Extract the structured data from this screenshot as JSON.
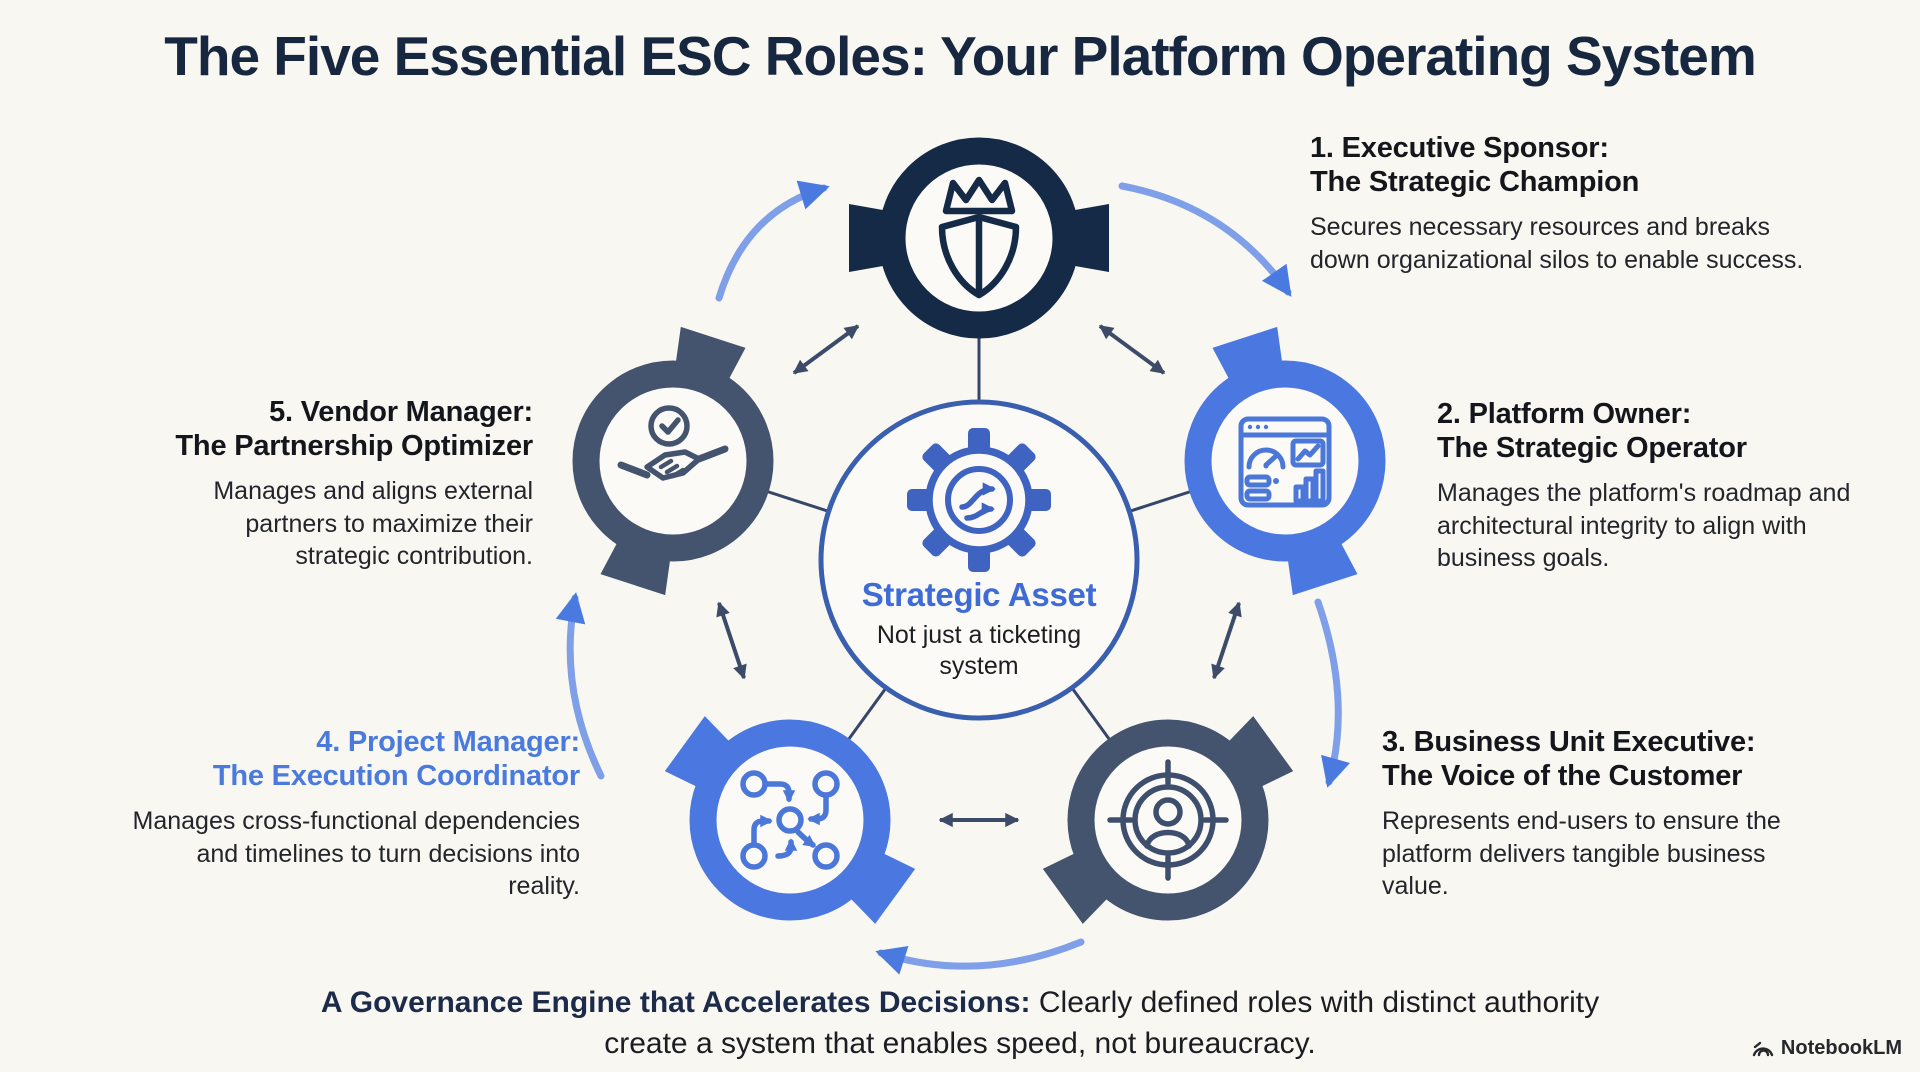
{
  "title": "The Five Essential ESC Roles: Your Platform Operating System",
  "center": {
    "heading": "Strategic Asset",
    "subheading": "Not just a ticketing system"
  },
  "roles": [
    {
      "heading1": "1. Executive Sponsor:",
      "heading2": "The Strategic Champion",
      "body": "Secures necessary resources and breaks down organizational silos to enable success.",
      "node_color": "#152a47",
      "icon": "crown-shield-icon"
    },
    {
      "heading1": "2. Platform Owner:",
      "heading2": "The Strategic Operator",
      "body": "Manages the platform's roadmap and architectural integrity to align with business goals.",
      "node_color": "#4a77e0",
      "icon": "dashboard-icon"
    },
    {
      "heading1": "3. Business Unit Executive:",
      "heading2": "The Voice of the Customer",
      "body": "Represents end-users to ensure the platform delivers tangible business value.",
      "node_color": "#44546f",
      "icon": "target-user-icon"
    },
    {
      "heading1": "4. Project Manager:",
      "heading2": "The Execution Coordinator",
      "body": "Manages cross-functional dependencies and timelines to turn decisions into reality.",
      "node_color": "#4a77e0",
      "icon": "convergence-icon"
    },
    {
      "heading1": "5. Vendor Manager:",
      "heading2": "The Partnership Optimizer",
      "body": "Manages and aligns external partners to maximize their strategic contribution.",
      "node_color": "#44546f",
      "icon": "handshake-check-icon"
    }
  ],
  "footer": {
    "bold": "A Governance Engine that Accelerates Decisions:",
    "rest": " Clearly defined roles with distinct authority create a system that enables speed, not bureaucracy."
  },
  "watermark": {
    "label": "NotebookLM",
    "icon": "notebooklm-logo-icon"
  },
  "colors": {
    "background": "#f8f7f2",
    "title_text": "#16273f",
    "body_text": "#23252b",
    "navy_node": "#152a47",
    "blue_node": "#4a77e0",
    "slate_node": "#44546f",
    "blue_heading": "#4a7ade",
    "center_ring": "#3a5fae",
    "center_icon": "#3f63c0",
    "cycle_arrow": "#4a7ae0",
    "exchange_arrow": "#3b4b68"
  }
}
